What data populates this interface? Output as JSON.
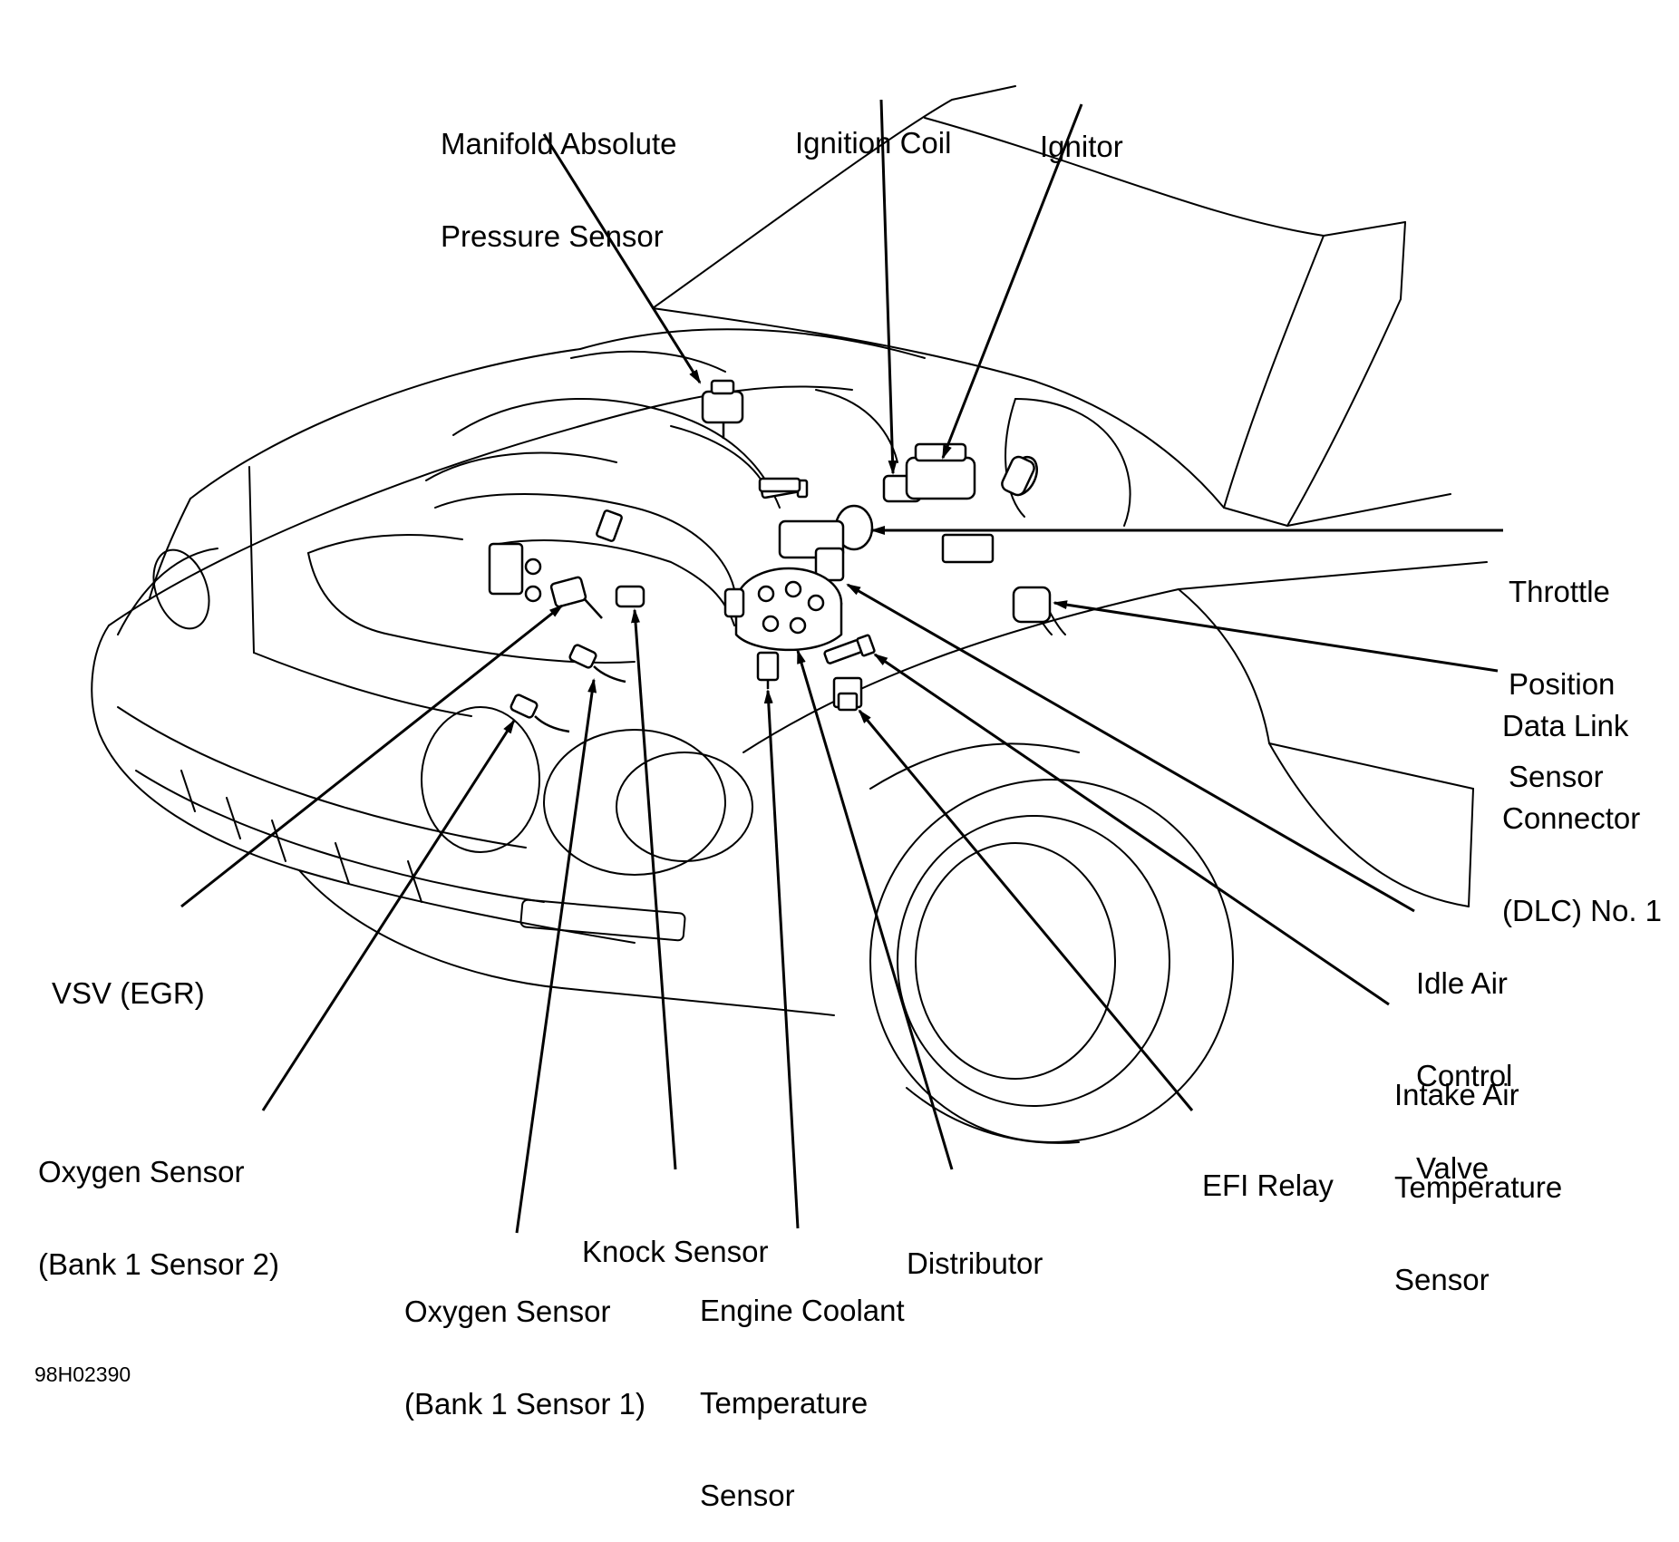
{
  "figure_id": "98H02390",
  "labels": {
    "map_sensor": [
      "Manifold Absolute",
      "Pressure Sensor"
    ],
    "ignition_coil": [
      "Ignition Coil"
    ],
    "ignitor": [
      "Ignitor"
    ],
    "throttle_position_sensor": [
      "Throttle",
      "Position",
      "Sensor"
    ],
    "data_link_connector": [
      "Data Link",
      "Connector",
      "(DLC) No. 1"
    ],
    "idle_air_control_valve": [
      "Idle Air",
      "Control",
      "Valve"
    ],
    "intake_air_temperature_sensor": [
      "Intake Air",
      "Temperature",
      "Sensor"
    ],
    "efi_relay": [
      "EFI Relay"
    ],
    "distributor": [
      "Distributor"
    ],
    "engine_coolant_temperature_sensor": [
      "Engine Coolant",
      "Temperature",
      "Sensor"
    ],
    "knock_sensor": [
      "Knock Sensor"
    ],
    "oxygen_sensor_1": [
      "Oxygen Sensor",
      "(Bank 1 Sensor 1)"
    ],
    "oxygen_sensor_2": [
      "Oxygen Sensor",
      "(Bank 1 Sensor 2)"
    ],
    "vsv_egr": [
      "VSV (EGR)"
    ]
  },
  "icons": {
    "vehicle": "car-front-quarter-outline",
    "leader": "arrow-leader-line"
  }
}
